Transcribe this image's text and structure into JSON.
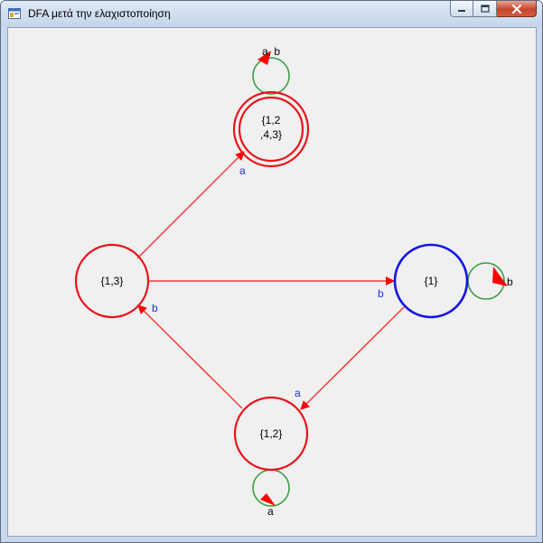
{
  "window": {
    "title": "DFA μετά την ελαχιστοποίηση"
  },
  "icons": {
    "app": "application-window-icon",
    "minimize": "minimize-icon",
    "maximize": "maximize-icon",
    "close": "close-icon"
  },
  "colors": {
    "state_normal": "#e8141b",
    "state_start": "#1414e6",
    "transition": "#f03c3c",
    "self_loop": "#3aa041",
    "arrowhead": "#ff0000",
    "label_blue": "#1c2fd6"
  },
  "dfa": {
    "states": {
      "s124_3": {
        "line1": "{1,2",
        "line2": ",4,3}",
        "accepting": true
      },
      "s13": {
        "label": "{1,3}"
      },
      "s1": {
        "label": "{1}",
        "start": true
      },
      "s12": {
        "label": "{1,2}"
      }
    },
    "transitions": [
      {
        "from": "{1,3}",
        "to": "{1,2,4,3}",
        "symbol": "a"
      },
      {
        "from": "{1,3}",
        "to": "{1}",
        "symbol": "b"
      },
      {
        "from": "{1}",
        "to": "{1,2}",
        "symbol": "a"
      },
      {
        "from": "{1,2}",
        "to": "{1,3}",
        "symbol": "b"
      },
      {
        "from": "{1,2,4,3}",
        "to": "{1,2,4,3}",
        "symbol": "a, b"
      },
      {
        "from": "{1}",
        "to": "{1}",
        "symbol": "b"
      },
      {
        "from": "{1,2}",
        "to": "{1,2}",
        "symbol": "a"
      }
    ],
    "labels": {
      "loop_top": "a, b",
      "loop_right": "b",
      "loop_bottom": "a",
      "edge_13_to_124": "a",
      "edge_13_to_1": "b",
      "edge_1_to_12": "a",
      "edge_12_to_13": "b"
    }
  }
}
